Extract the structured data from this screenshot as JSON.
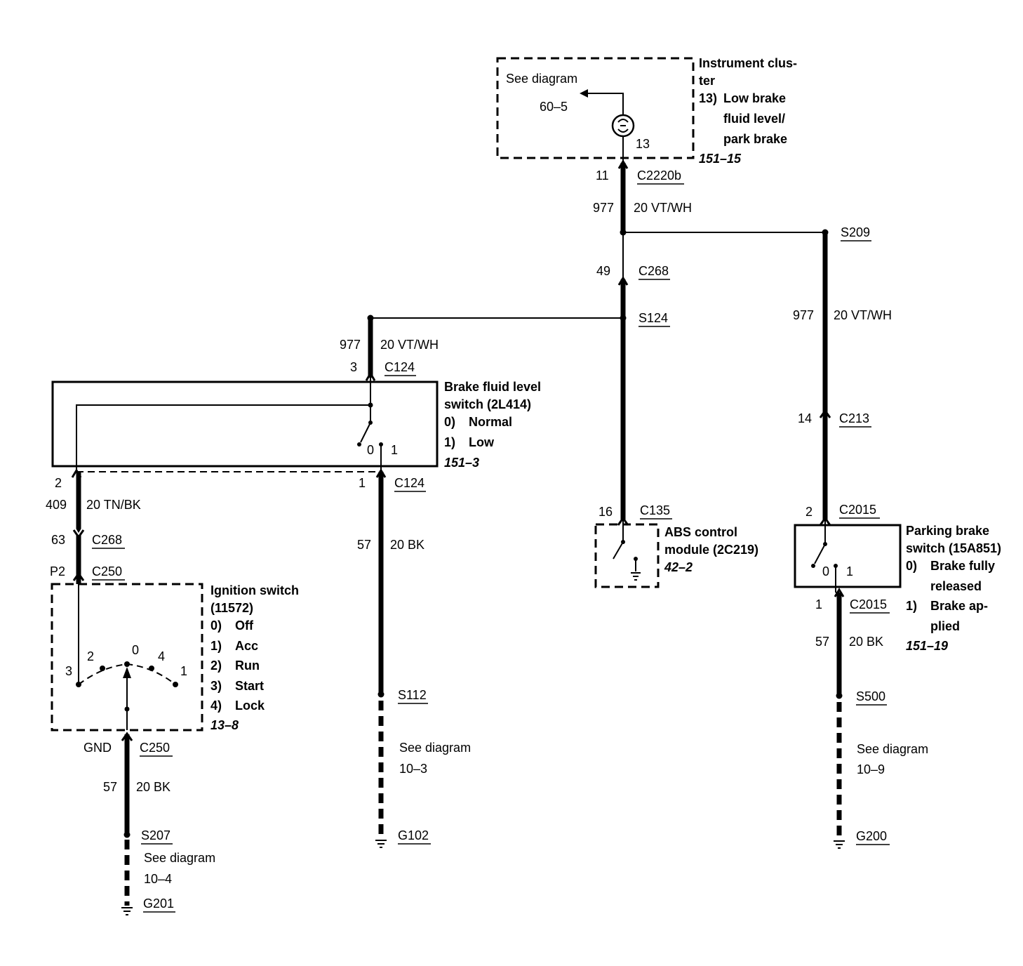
{
  "instrument_cluster": {
    "title_1": "Instrument clus-",
    "title_2": "ter",
    "item_num": "13)",
    "item_1": "Low brake",
    "item_2": "fluid level/",
    "item_3": "park brake",
    "ref": "151–15",
    "see_diagram": "See diagram",
    "see_ref": "60–5",
    "pin": "13"
  },
  "c2220b": {
    "pin": "11",
    "name": "C2220b"
  },
  "wire_top": {
    "circuit": "977",
    "spec": "20 VT/WH"
  },
  "s209": {
    "name": "S209"
  },
  "c268_top": {
    "pin": "49",
    "name": "C268"
  },
  "s124": {
    "name": "S124"
  },
  "wire_left": {
    "circuit": "977",
    "spec": "20 VT/WH"
  },
  "c124_top": {
    "pin": "3",
    "name": "C124"
  },
  "brake_fluid_switch": {
    "title_1": "Brake fluid level",
    "title_2": "switch (2L414)",
    "opt0_num": "0)",
    "opt0": "Normal",
    "opt1_num": "1)",
    "opt1": "Low",
    "ref": "151–3",
    "pos0": "0",
    "pos1": "1"
  },
  "c124_bottom": {
    "pin_left": "2",
    "pin_right": "1",
    "name": "C124"
  },
  "wire_tnbk": {
    "circuit": "409",
    "spec": "20 TN/BK"
  },
  "c268_bottom": {
    "pin": "63",
    "name": "C268"
  },
  "c250_top": {
    "pin": "P2",
    "name": "C250"
  },
  "ignition_switch": {
    "title_1": "Ignition switch",
    "title_2": "(11572)",
    "opts": [
      {
        "num": "0)",
        "label": "Off"
      },
      {
        "num": "1)",
        "label": "Acc"
      },
      {
        "num": "2)",
        "label": "Run"
      },
      {
        "num": "3)",
        "label": "Start"
      },
      {
        "num": "4)",
        "label": "Lock"
      }
    ],
    "ref": "13–8",
    "pos": {
      "p3": "3",
      "p2": "2",
      "p0": "0",
      "p4": "4",
      "p1": "1"
    }
  },
  "c250_bottom": {
    "pin": "GND",
    "name": "C250"
  },
  "wire_ign_bk": {
    "circuit": "57",
    "spec": "20 BK"
  },
  "s207": {
    "name": "S207"
  },
  "see_104": {
    "line1": "See diagram",
    "line2": "10–4"
  },
  "g201": {
    "name": "G201"
  },
  "wire_mid_bk": {
    "circuit": "57",
    "spec": "20 BK"
  },
  "s112": {
    "name": "S112"
  },
  "see_103": {
    "line1": "See diagram",
    "line2": "10–3"
  },
  "g102": {
    "name": "G102"
  },
  "c135": {
    "pin": "16",
    "name": "C135"
  },
  "abs_module": {
    "title_1": "ABS control",
    "title_2": "module (2C219)",
    "ref": "42–2"
  },
  "wire_right": {
    "circuit": "977",
    "spec": "20 VT/WH"
  },
  "c213": {
    "pin": "14",
    "name": "C213"
  },
  "c2015_top": {
    "pin": "2",
    "name": "C2015"
  },
  "parking_brake_switch": {
    "title_1": "Parking brake",
    "title_2": "switch (15A851)",
    "opt0_num": "0)",
    "opt0_1": "Brake fully",
    "opt0_2": "released",
    "opt1_num": "1)",
    "opt1_1": "Brake ap-",
    "opt1_2": "plied",
    "ref": "151–19",
    "pos0": "0",
    "pos1": "1"
  },
  "c2015_bottom": {
    "pin": "1",
    "name": "C2015"
  },
  "wire_pb_bk": {
    "circuit": "57",
    "spec": "20 BK"
  },
  "s500": {
    "name": "S500"
  },
  "see_109": {
    "line1": "See diagram",
    "line2": "10–9"
  },
  "g200": {
    "name": "G200"
  }
}
